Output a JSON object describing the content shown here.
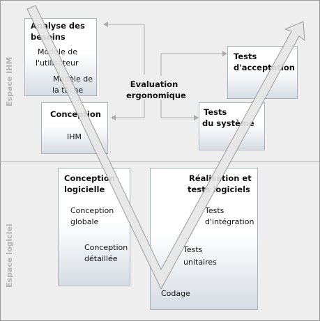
{
  "zones": {
    "ihm": "Espace IHM",
    "logiciel": "Espace logiciel"
  },
  "boxes": {
    "analyse": {
      "title": [
        "Analyse des",
        "besoins"
      ],
      "items": [
        [
          "Modèle de",
          "l'utilisateur"
        ],
        [
          "Modèle de",
          "la tâche"
        ]
      ]
    },
    "conception_ihm": {
      "title": "Conception",
      "item": "IHM"
    },
    "evaluation": [
      "Evaluation",
      "ergonomique"
    ],
    "acceptation": [
      "Tests",
      "d'acceptation"
    ],
    "systeme": [
      "Tests",
      "du système"
    ],
    "conception_logicielle": {
      "title": [
        "Conception",
        "logicielle"
      ],
      "items": [
        [
          "Conception",
          "globale"
        ],
        [
          "Conception",
          "détaillée"
        ]
      ]
    },
    "realisation": {
      "title": [
        "Réalisation et",
        "tests logiciels"
      ],
      "items": [
        [
          "Tests",
          "d'intégration"
        ],
        [
          "Tests",
          "unitaires"
        ]
      ]
    },
    "codage": "Codage"
  },
  "colors": {
    "background": "#eeeeee",
    "box_border": "#a9b3bd",
    "box_gradient_bottom": "#d6dce4",
    "v_arrow_fill": "#e6e6e6",
    "v_arrow_stroke": "#9a9a9a",
    "connector": "#aaaaaa",
    "zone_label": "#b4b4b4"
  }
}
